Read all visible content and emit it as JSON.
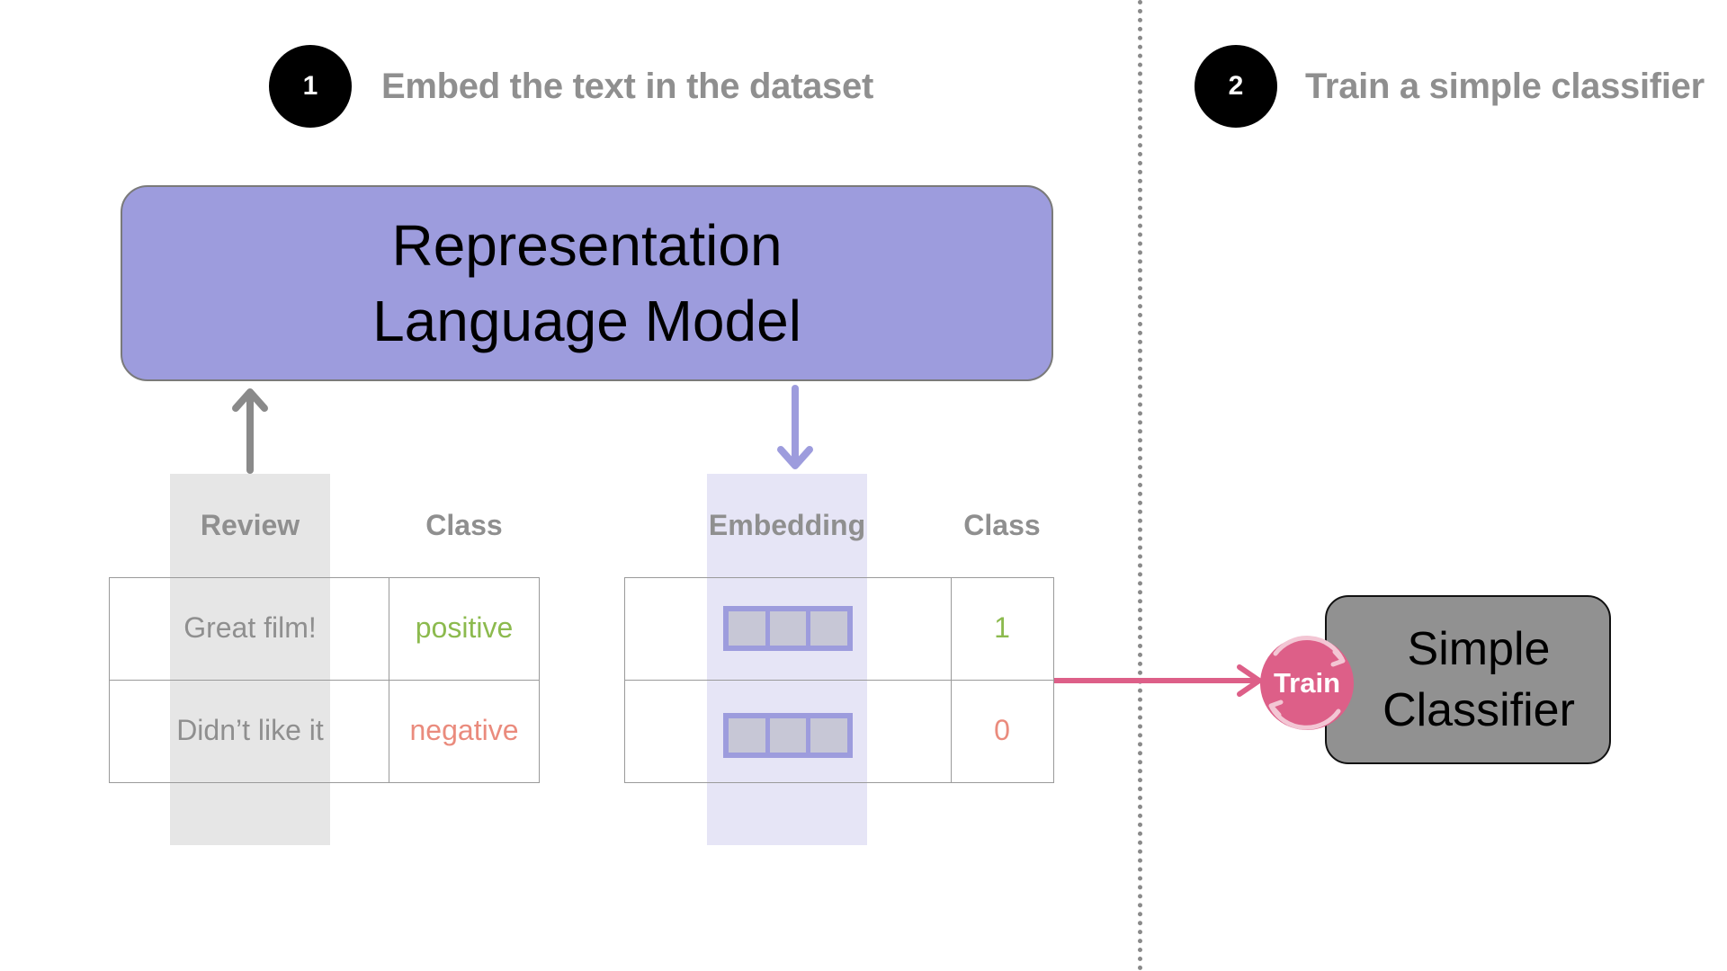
{
  "step1": {
    "number": "1",
    "title": "Embed the text in the dataset"
  },
  "step2": {
    "number": "2",
    "title": "Train a simple classifier"
  },
  "model": {
    "line1": "Representation",
    "line2": "Language Model"
  },
  "table_left": {
    "headers": [
      "Review",
      "Class"
    ],
    "rows": [
      {
        "review": "Great film!",
        "class": "positive",
        "class_color": "#8cba4e"
      },
      {
        "review": "Didn’t like it",
        "class": "negative",
        "class_color": "#ea8b7d"
      }
    ]
  },
  "table_right": {
    "headers": [
      "Embedding",
      "Class"
    ],
    "rows": [
      {
        "class": "1",
        "class_color": "#8cba4e"
      },
      {
        "class": "0",
        "class_color": "#ea8b7d"
      }
    ]
  },
  "train_label": "Train",
  "classifier": {
    "line1": "Simple",
    "line2": "Classifier"
  },
  "colors": {
    "model_fill": "#9d9cdd",
    "review_band": "#e6e6e6",
    "embedding_band": "#e6e5f6",
    "train_arrow": "#dd5f88",
    "classifier_fill": "#919191"
  }
}
